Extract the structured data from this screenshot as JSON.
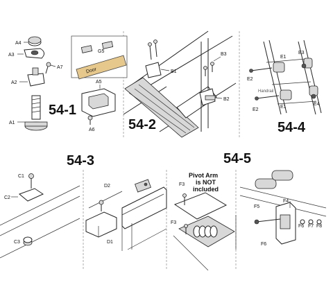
{
  "panels": {
    "p541": {
      "number": "54-1",
      "parts": {
        "a1": "A1",
        "a2": "A2",
        "a3": "A3",
        "a4": "A4",
        "a5": "A5",
        "a6": "A6",
        "a7": "A7",
        "g5": "G5"
      },
      "door_label": "Door"
    },
    "p542": {
      "number": "54-2",
      "parts": {
        "b1": "B1",
        "b2": "B2",
        "b3": "B3"
      }
    },
    "p544": {
      "number": "54-4",
      "parts": {
        "e1a": "E1",
        "e1b": "E1",
        "e2a": "E2",
        "e2b": "E2",
        "e3": "E3",
        "e4": "E4"
      },
      "handrail_label": "Handrail"
    },
    "p543": {
      "number": "54-3",
      "parts": {
        "c1": "C1",
        "c2": "C2",
        "c3": "C3",
        "d1": "D1",
        "d2": "D2"
      }
    },
    "p545": {
      "number": "54-5",
      "parts": {
        "f3a": "F3",
        "f3b": "F3",
        "f4": "F4",
        "f5": "F5",
        "f6a": "F6",
        "f6b": "F6",
        "f7": "F7",
        "f8": "F8"
      },
      "note_lines": [
        "Pivot Arm",
        "is NOT",
        "included"
      ]
    }
  }
}
